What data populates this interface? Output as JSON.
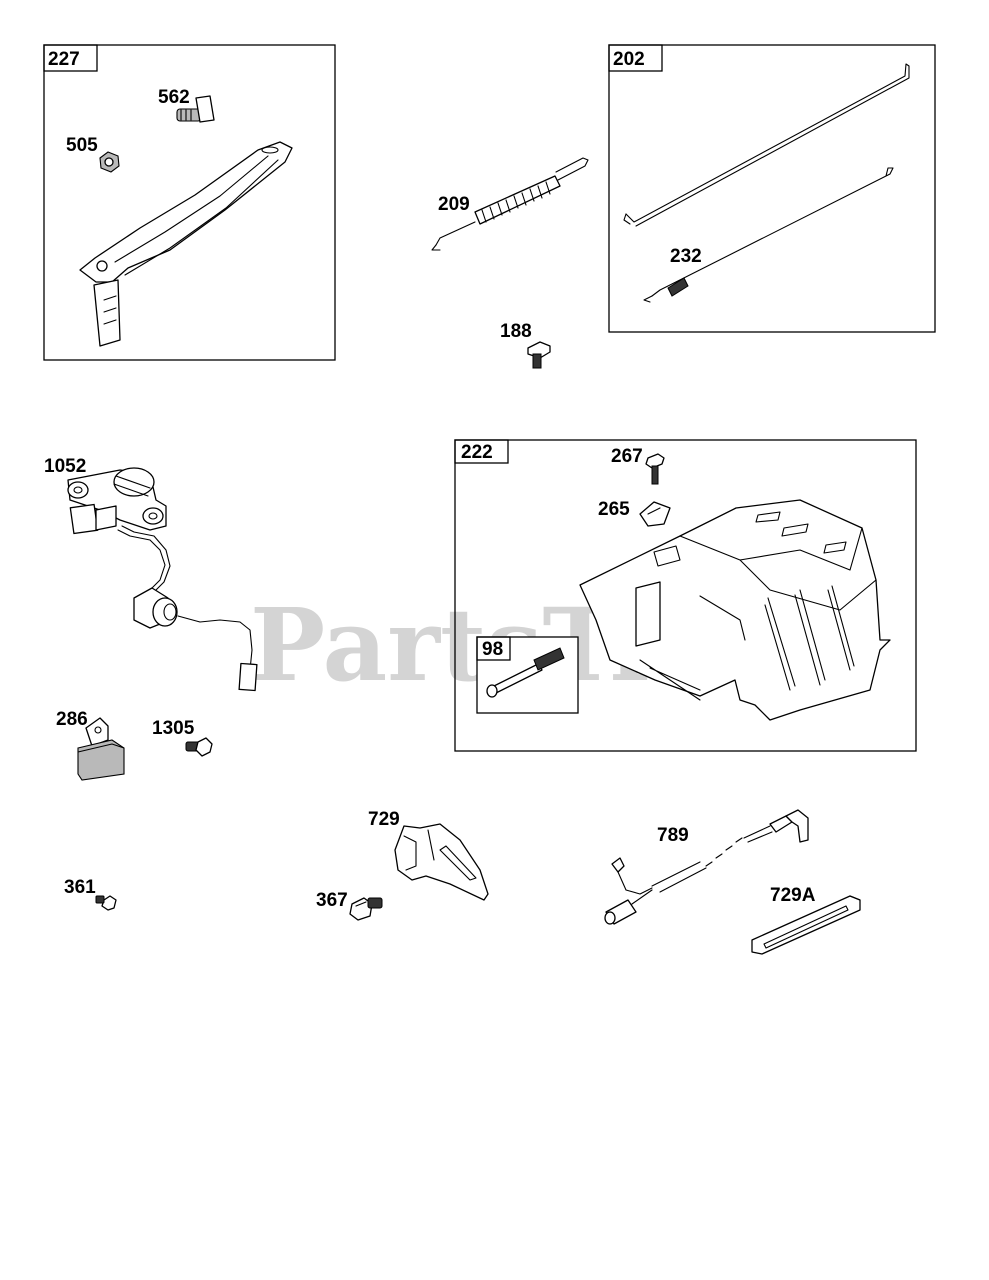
{
  "watermark": "PartsTree",
  "group_boxes": {
    "b227": "227",
    "b202": "202",
    "b222": "222",
    "b98": "98"
  },
  "part_labels": {
    "p562": "562",
    "p505": "505",
    "p209": "209",
    "p232": "232",
    "p188": "188",
    "p1052": "1052",
    "p267": "267",
    "p265": "265",
    "p286": "286",
    "p1305": "1305",
    "p729": "729",
    "p789": "789",
    "p729a": "729A",
    "p361": "361",
    "p367": "367"
  }
}
